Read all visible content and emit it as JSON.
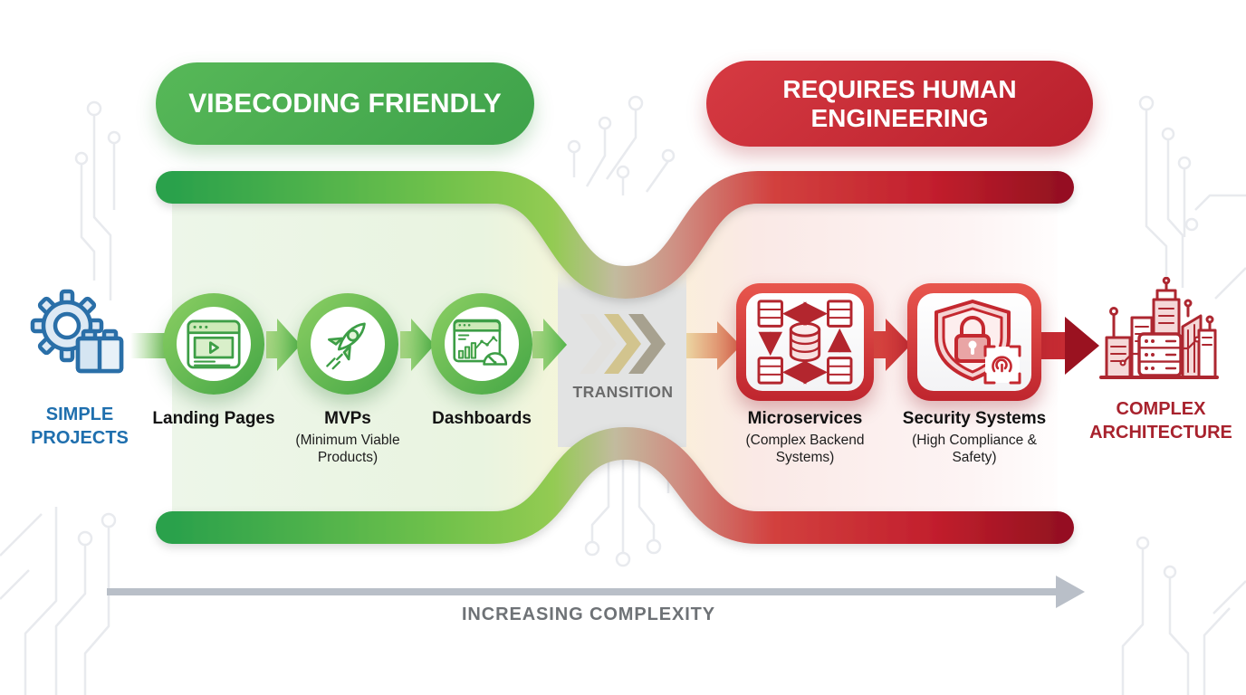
{
  "banners": {
    "left": "VIBECODING FRIENDLY",
    "right": "REQUIRES HUMAN ENGINEERING"
  },
  "endpoints": {
    "left_label": "SIMPLE PROJECTS",
    "right_label": "COMPLEX ARCHITECTURE"
  },
  "green_stages": [
    {
      "title": "Landing Pages"
    },
    {
      "title": "MVPs",
      "subtitle": "(Minimum Viable Products)"
    },
    {
      "title": "Dashboards"
    }
  ],
  "transition": {
    "label": "TRANSITION"
  },
  "red_stages": [
    {
      "title": "Microservices",
      "subtitle": "(Complex Backend Systems)"
    },
    {
      "title": "Security Systems",
      "subtitle": "(High Compliance & Safety)"
    }
  ],
  "axis": {
    "label": "INCREASING COMPLEXITY"
  },
  "icons": {
    "left_endpoint": "gear-bricks-icon",
    "stage_1": "browser-video-icon",
    "stage_2": "rocket-icon",
    "stage_3": "dashboard-gauge-icon",
    "stage_4": "microservices-network-icon",
    "stage_5": "shield-lock-fingerprint-icon",
    "right_endpoint": "city-architecture-icon",
    "transition": "triple-chevron-icon"
  },
  "colors": {
    "green": "#43a648",
    "light_green": "#8dc94f",
    "red": "#c5242f",
    "dark_red": "#991320",
    "blue": "#1f6fae",
    "axis_gray": "#b9bfc8",
    "text_gray": "#6e7276"
  }
}
